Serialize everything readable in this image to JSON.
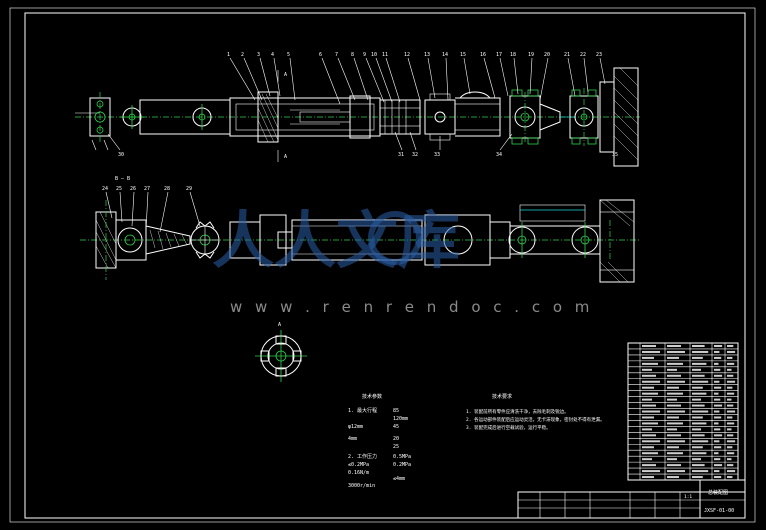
{
  "part_numbers_top": [
    "1",
    "2",
    "3",
    "4",
    "5",
    "6",
    "7",
    "8",
    "9",
    "10",
    "11",
    "12",
    "13",
    "14",
    "15",
    "16",
    "17",
    "18",
    "19",
    "20",
    "21",
    "22",
    "23"
  ],
  "part_numbers_bottom_left": [
    "24",
    "25",
    "26",
    "27",
    "28",
    "29"
  ],
  "part_numbers_bottom_row": [
    "30",
    "31",
    "32",
    "33",
    "34",
    "35"
  ],
  "section_label": "B — B",
  "section_mark_left": "A",
  "section_mark_right": "A",
  "spec_block": {
    "heading": "技术参数",
    "rows": [
      {
        "label": "1. 最大行程",
        "value": "85"
      },
      {
        "label": "",
        "value": "120mm"
      },
      {
        "label": "φ12mm",
        "value": "45"
      },
      {
        "label": "4mm",
        "value": "20"
      },
      {
        "label": "",
        "value": "25"
      },
      {
        "label": "2. 工作压力",
        "value": "0.5MPa"
      },
      {
        "label": "≤0.2MPa",
        "value": "0.2MPa"
      },
      {
        "label": "0.16N/m",
        "value": ""
      },
      {
        "label": "3000r/min",
        "value": "≤4mm"
      }
    ]
  },
  "tech_requirements": {
    "heading": "技术要求",
    "lines": [
      "1. 装配前所有零件应清洗干净，去除毛刺及锐边。",
      "2. 各运动部件装配后应运动灵活，无卡滞现象，密封处不得有泄漏。",
      "3. 装配完成后进行空载试验，运行平稳。"
    ]
  },
  "title_block": {
    "drawing_name": "总装配图",
    "drawing_number": "JXSF-01-00",
    "scale": "1:1"
  },
  "watermark": {
    "text": "人人文库",
    "url": "w w w . r e n r e n d o c . c o m"
  },
  "colors": {
    "background": "#000000",
    "line": "#ffffff",
    "centerline": "#2fd24a",
    "dimension": "#1ed7d7"
  }
}
